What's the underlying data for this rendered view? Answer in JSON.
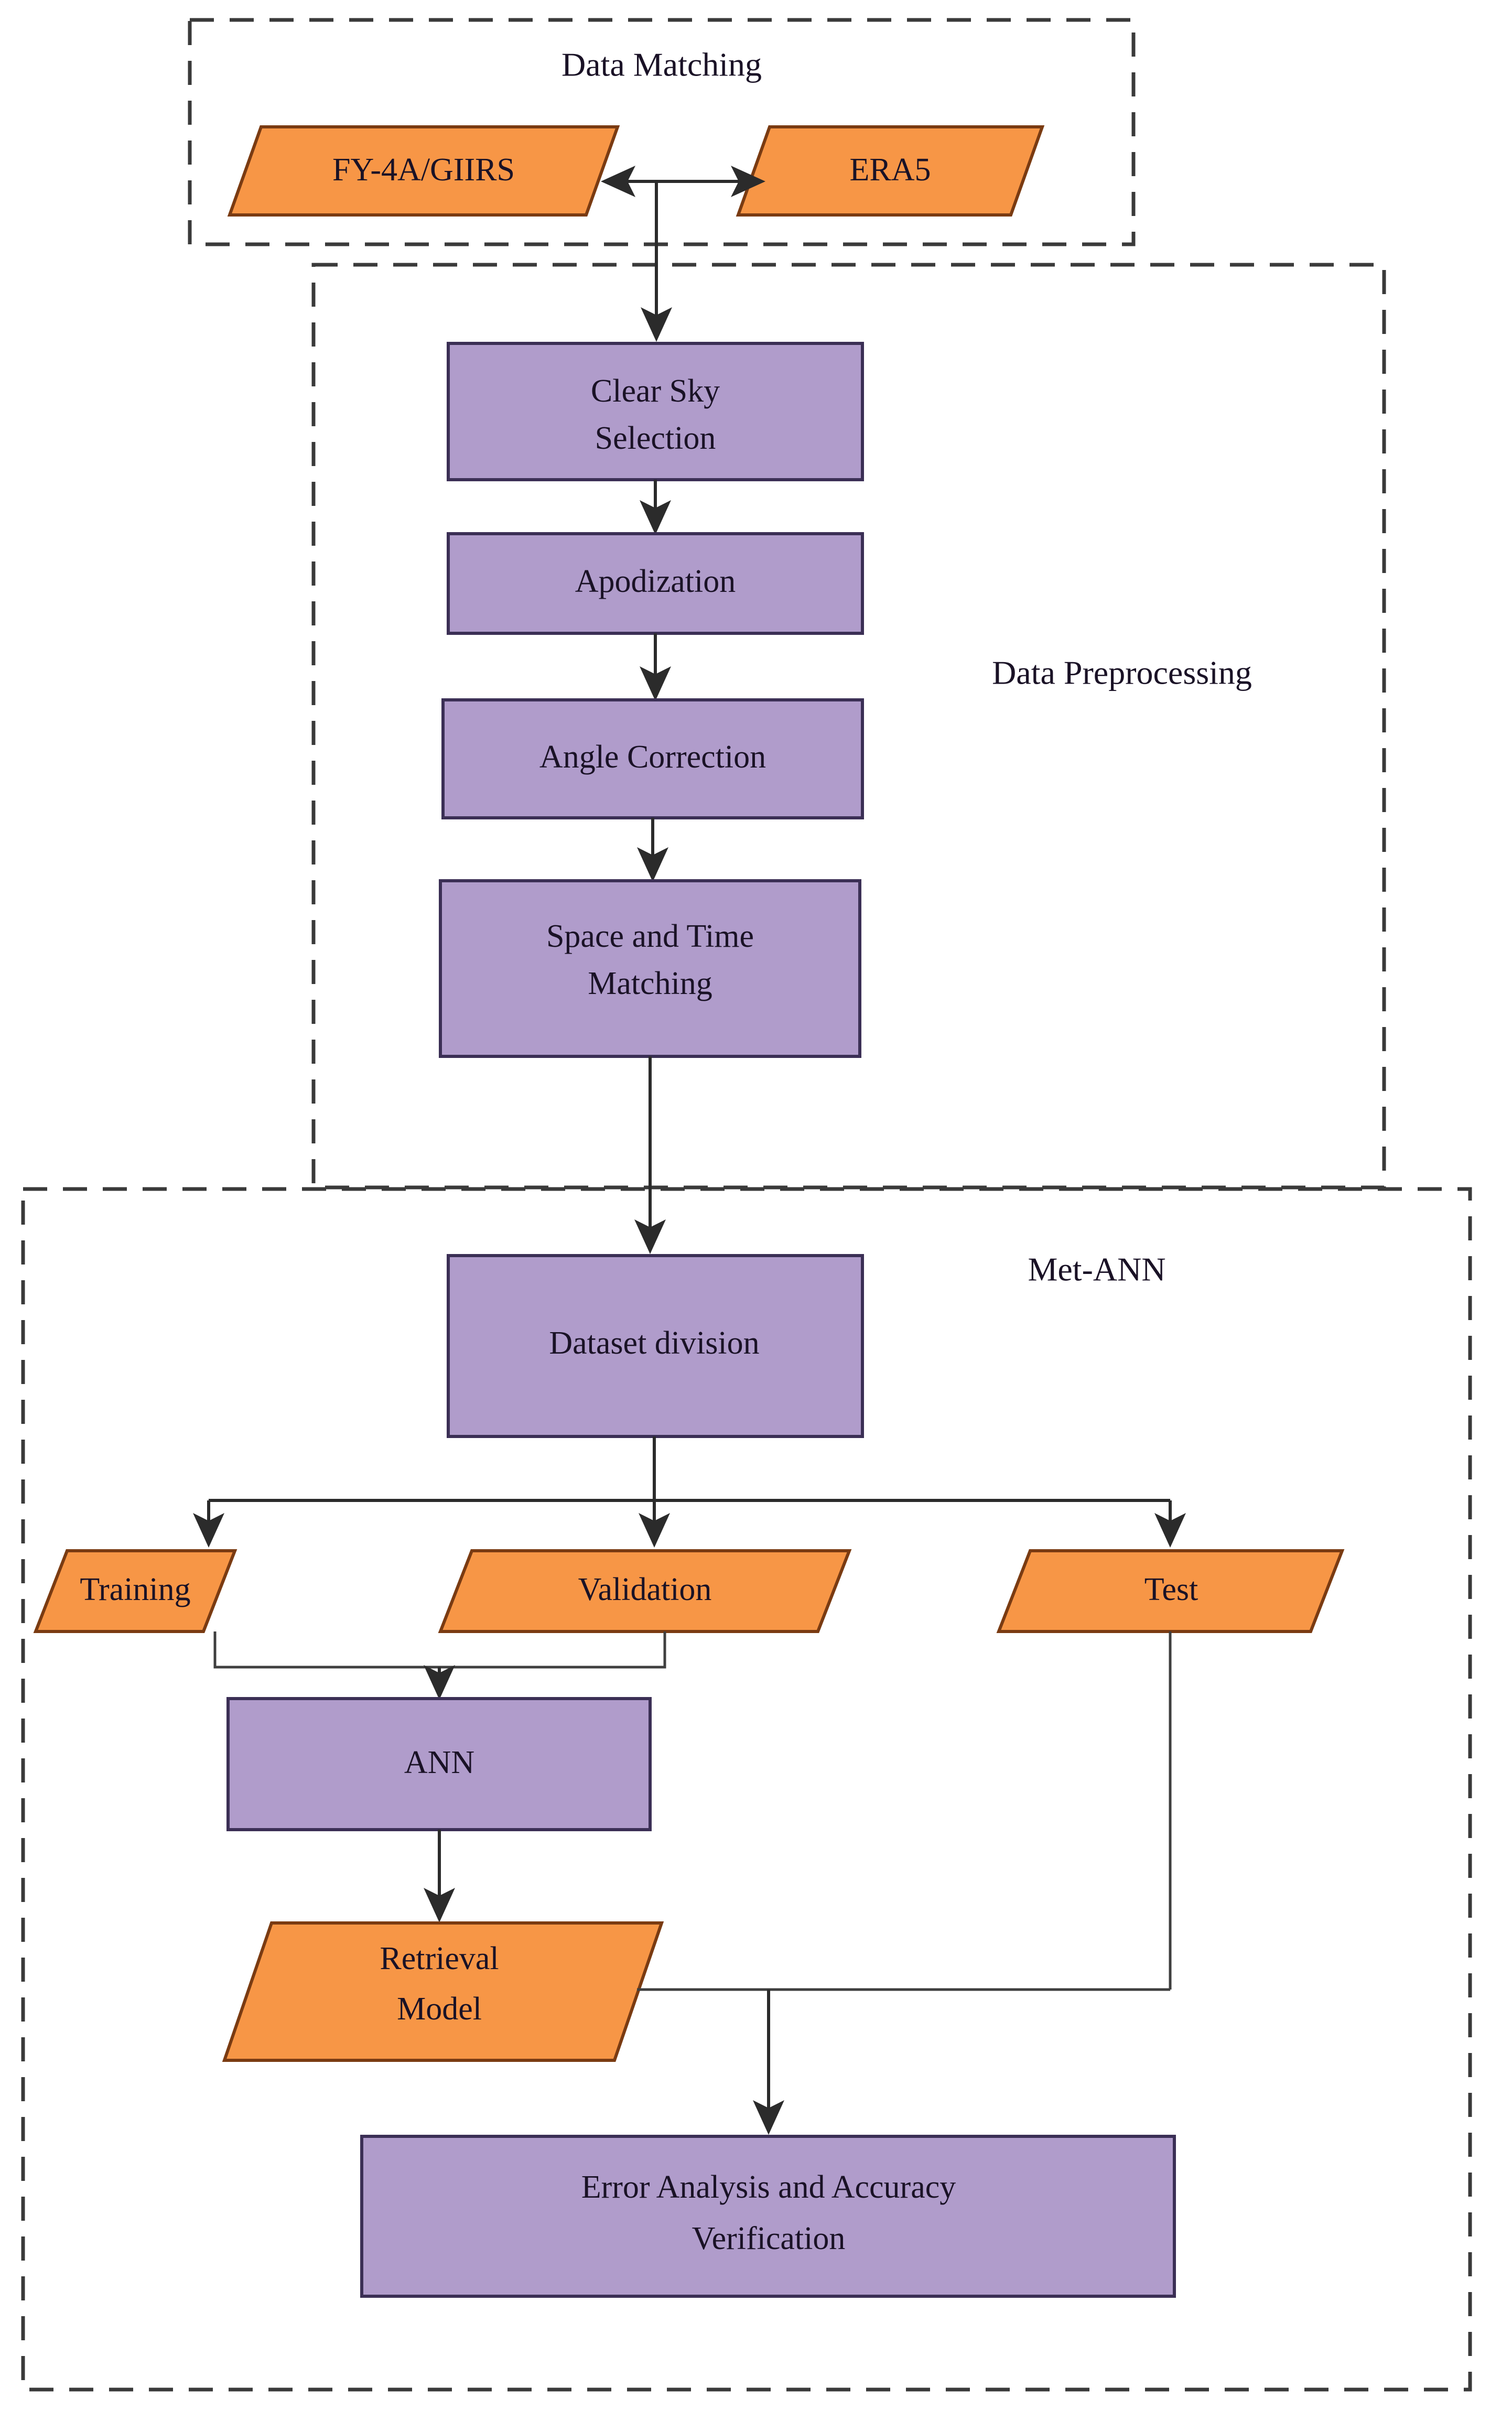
{
  "diagram": {
    "title": "Met-ANN retrieval workflow flowchart",
    "colors": {
      "process_fill": "#b09ccb",
      "process_stroke": "#3b2f55",
      "data_fill": "#f79646",
      "data_stroke": "#7a3b12",
      "group_border": "#3a3a3a",
      "arrow": "#2b2b2b",
      "background": "#ffffff",
      "text": "#1a1226"
    },
    "groups": [
      {
        "id": "data-matching",
        "label": "Data Matching"
      },
      {
        "id": "data-preprocessing",
        "label": "Data Preprocessing"
      },
      {
        "id": "met-ann",
        "label": "Met-ANN"
      }
    ],
    "nodes": {
      "fy4a": {
        "label": "FY-4A/GIIRS",
        "shape": "parallelogram",
        "group": "data-matching"
      },
      "era5": {
        "label": "ERA5",
        "shape": "parallelogram",
        "group": "data-matching"
      },
      "clear_sky": {
        "label_line1": "Clear Sky",
        "label_line2": "Selection",
        "shape": "rectangle",
        "group": "data-preprocessing"
      },
      "apodization": {
        "label": "Apodization",
        "shape": "rectangle",
        "group": "data-preprocessing"
      },
      "angle_corr": {
        "label": "Angle Correction",
        "shape": "rectangle",
        "group": "data-preprocessing"
      },
      "space_time": {
        "label_line1": "Space and Time",
        "label_line2": "Matching",
        "shape": "rectangle",
        "group": "data-preprocessing"
      },
      "dataset_div": {
        "label": "Dataset division",
        "shape": "rectangle",
        "group": "met-ann"
      },
      "training": {
        "label": "Training",
        "shape": "parallelogram",
        "group": "met-ann"
      },
      "validation": {
        "label": "Validation",
        "shape": "parallelogram",
        "group": "met-ann"
      },
      "test": {
        "label": "Test",
        "shape": "parallelogram",
        "group": "met-ann"
      },
      "ann": {
        "label": "ANN",
        "shape": "rectangle",
        "group": "met-ann"
      },
      "retrieval": {
        "label_line1": "Retrieval",
        "label_line2": "Model",
        "shape": "parallelogram",
        "group": "met-ann"
      },
      "error_acc": {
        "label_line1": "Error Analysis and Accuracy",
        "label_line2": "Verification",
        "shape": "rectangle",
        "group": "met-ann"
      }
    },
    "edges": [
      {
        "from": "fy4a",
        "to": "era5",
        "style": "double-arrow-horizontal"
      },
      {
        "from": "data-matching",
        "to": "clear_sky",
        "style": "arrow-down"
      },
      {
        "from": "clear_sky",
        "to": "apodization",
        "style": "arrow-down"
      },
      {
        "from": "apodization",
        "to": "angle_corr",
        "style": "arrow-down"
      },
      {
        "from": "angle_corr",
        "to": "space_time",
        "style": "arrow-down"
      },
      {
        "from": "space_time",
        "to": "dataset_div",
        "style": "arrow-down"
      },
      {
        "from": "dataset_div",
        "to": "training",
        "style": "split-arrow"
      },
      {
        "from": "dataset_div",
        "to": "validation",
        "style": "arrow-down"
      },
      {
        "from": "dataset_div",
        "to": "test",
        "style": "split-arrow"
      },
      {
        "from": "training",
        "to": "ann",
        "style": "merge-arrow"
      },
      {
        "from": "validation",
        "to": "ann",
        "style": "merge-arrow"
      },
      {
        "from": "ann",
        "to": "retrieval",
        "style": "arrow-down"
      },
      {
        "from": "retrieval",
        "to": "error_acc",
        "style": "merge-arrow"
      },
      {
        "from": "test",
        "to": "error_acc",
        "style": "merge-arrow"
      }
    ]
  }
}
